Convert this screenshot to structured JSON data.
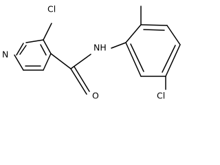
{
  "molecule": {
    "atoms": {
      "cl_pyridine": "Cl",
      "n_ring": "N",
      "nh": "NH",
      "o_carbonyl": "O",
      "cl_aryl": "Cl"
    }
  }
}
